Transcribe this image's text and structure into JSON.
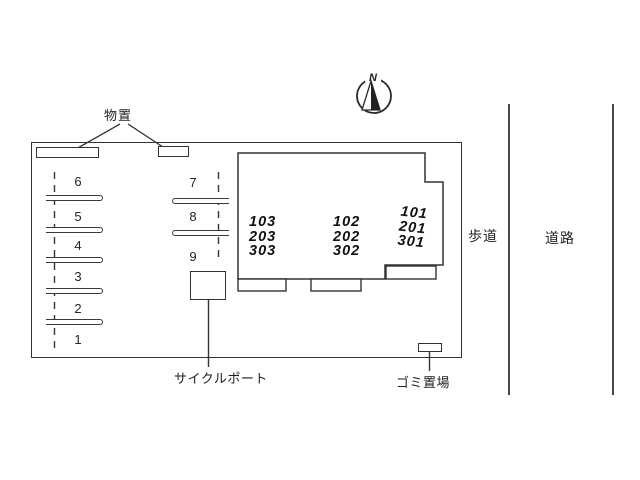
{
  "site_plan": {
    "labels": {
      "storage": "物置",
      "cycle_port": "サイクルポート",
      "garbage_area": "ゴミ置場",
      "sidewalk": "歩道",
      "road": "道路"
    },
    "compass": {
      "north": "N"
    },
    "parking": {
      "left_column_spaces": [
        "6",
        "5",
        "4",
        "3",
        "2",
        "1"
      ],
      "middle_column_spaces": [
        "7",
        "8",
        "9"
      ]
    },
    "building": {
      "unit_columns": [
        {
          "units": [
            "103",
            "203",
            "303"
          ]
        },
        {
          "units": [
            "102",
            "202",
            "302"
          ]
        },
        {
          "units": [
            "101",
            "201",
            "301"
          ]
        }
      ]
    },
    "colors": {
      "line": "#333333",
      "road_line": "#4a4a4a",
      "text": "#1e1e1e",
      "background": "#ffffff"
    }
  }
}
